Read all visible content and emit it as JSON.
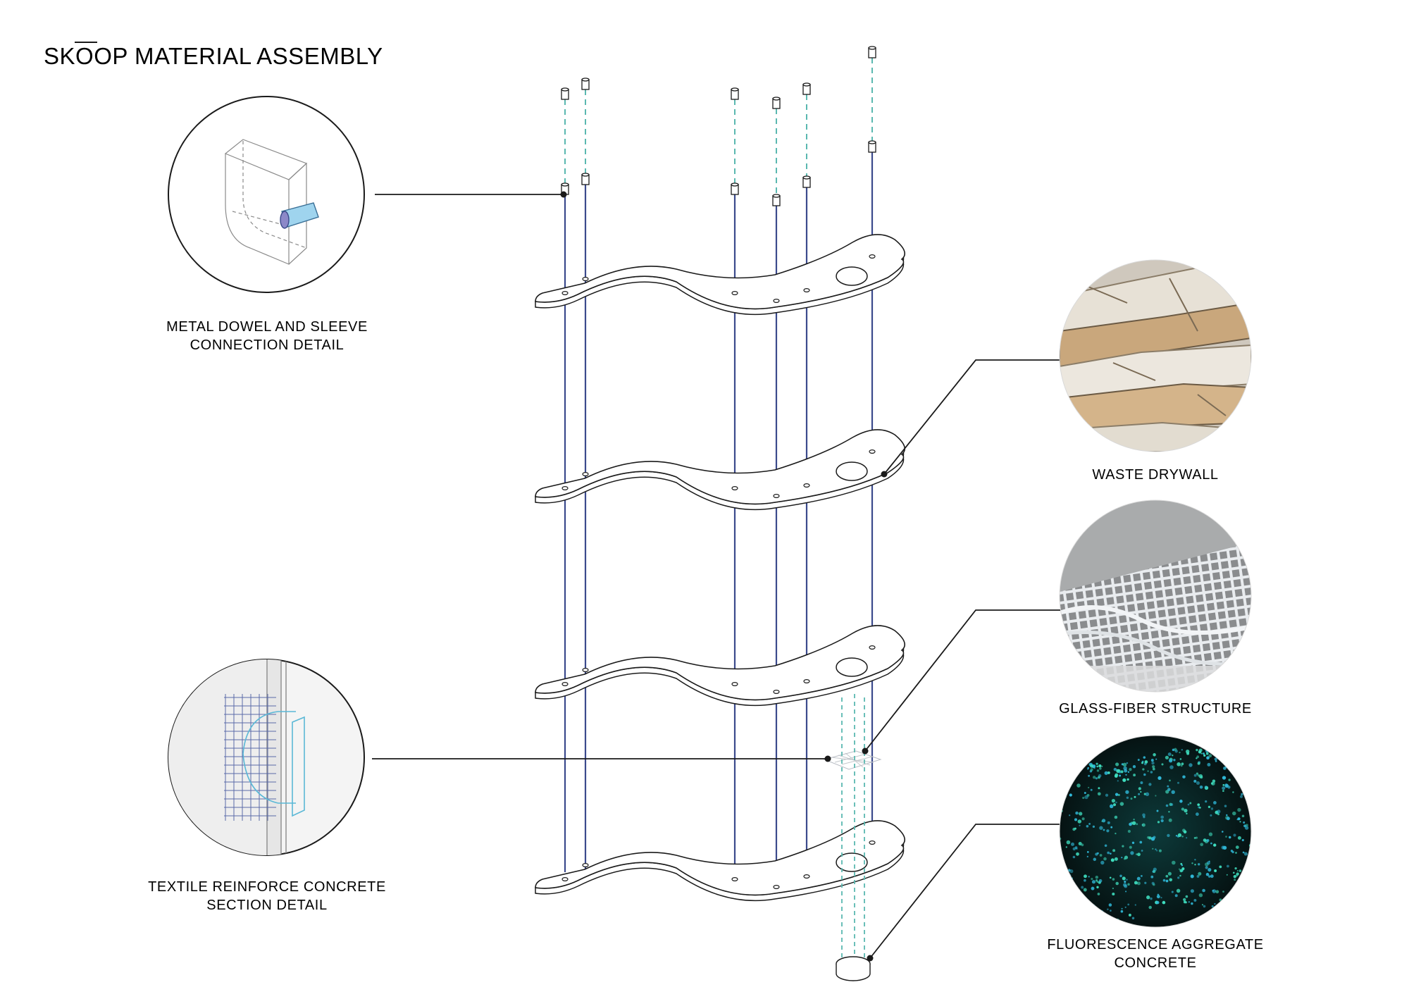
{
  "title": {
    "prefix": "SK",
    "overlined": "OO",
    "rest": "P MATERIAL ASSEMBLY"
  },
  "details": [
    {
      "line1": "METAL DOWEL AND SLEEVE",
      "line2": "CONNECTION DETAIL"
    },
    {
      "line1": "TEXTILE REINFORCE CONCRETE",
      "line2": "SECTION DETAIL"
    }
  ],
  "materials": [
    {
      "line1": "WASTE DRYWALL",
      "line2": ""
    },
    {
      "line1": "GLASS-FIBER STRUCTURE",
      "line2": ""
    },
    {
      "line1": "FLUORESCENCE AGGREGATE",
      "line2": "CONCRETE"
    }
  ],
  "colors": {
    "rod": "#3b4a8c",
    "dashed_guide": "#5ab8b0",
    "outline": "#1a1a1a",
    "sleeve": "#9fd4ee",
    "glow": "#3fe0c0"
  }
}
